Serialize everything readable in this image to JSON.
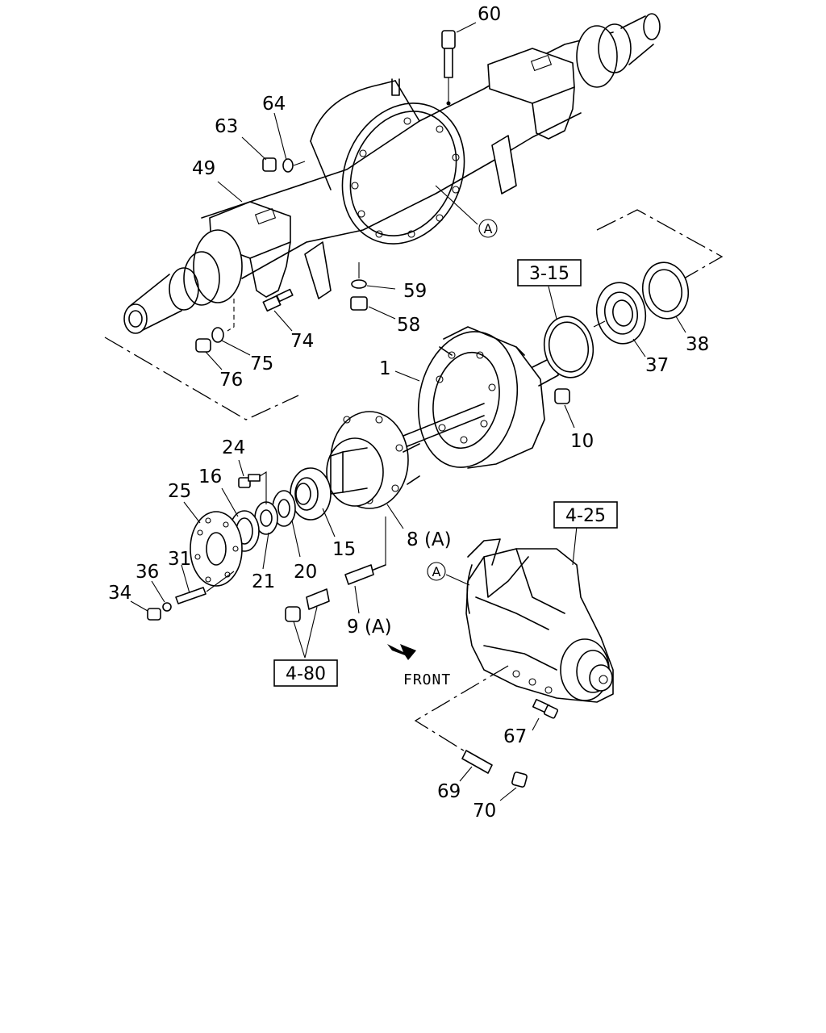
{
  "diagram": {
    "callouts": {
      "c1": "1",
      "c8": "8 (A)",
      "c9": "9 (A)",
      "c10": "10",
      "c15": "15",
      "c16": "16",
      "c20": "20",
      "c21": "21",
      "c24": "24",
      "c25": "25",
      "c31": "31",
      "c34": "34",
      "c36": "36",
      "c37": "37",
      "c38": "38",
      "c49": "49",
      "c58": "58",
      "c59": "59",
      "c60": "60",
      "c63": "63",
      "c64": "64",
      "c67": "67",
      "c69": "69",
      "c70": "70",
      "c74": "74",
      "c75": "75",
      "c76": "76"
    },
    "refs": {
      "r315": "3-15",
      "r425": "4-25",
      "r480": "4-80"
    },
    "markers": {
      "a1": "A",
      "a2": "A"
    },
    "front_label": "FRONT"
  }
}
